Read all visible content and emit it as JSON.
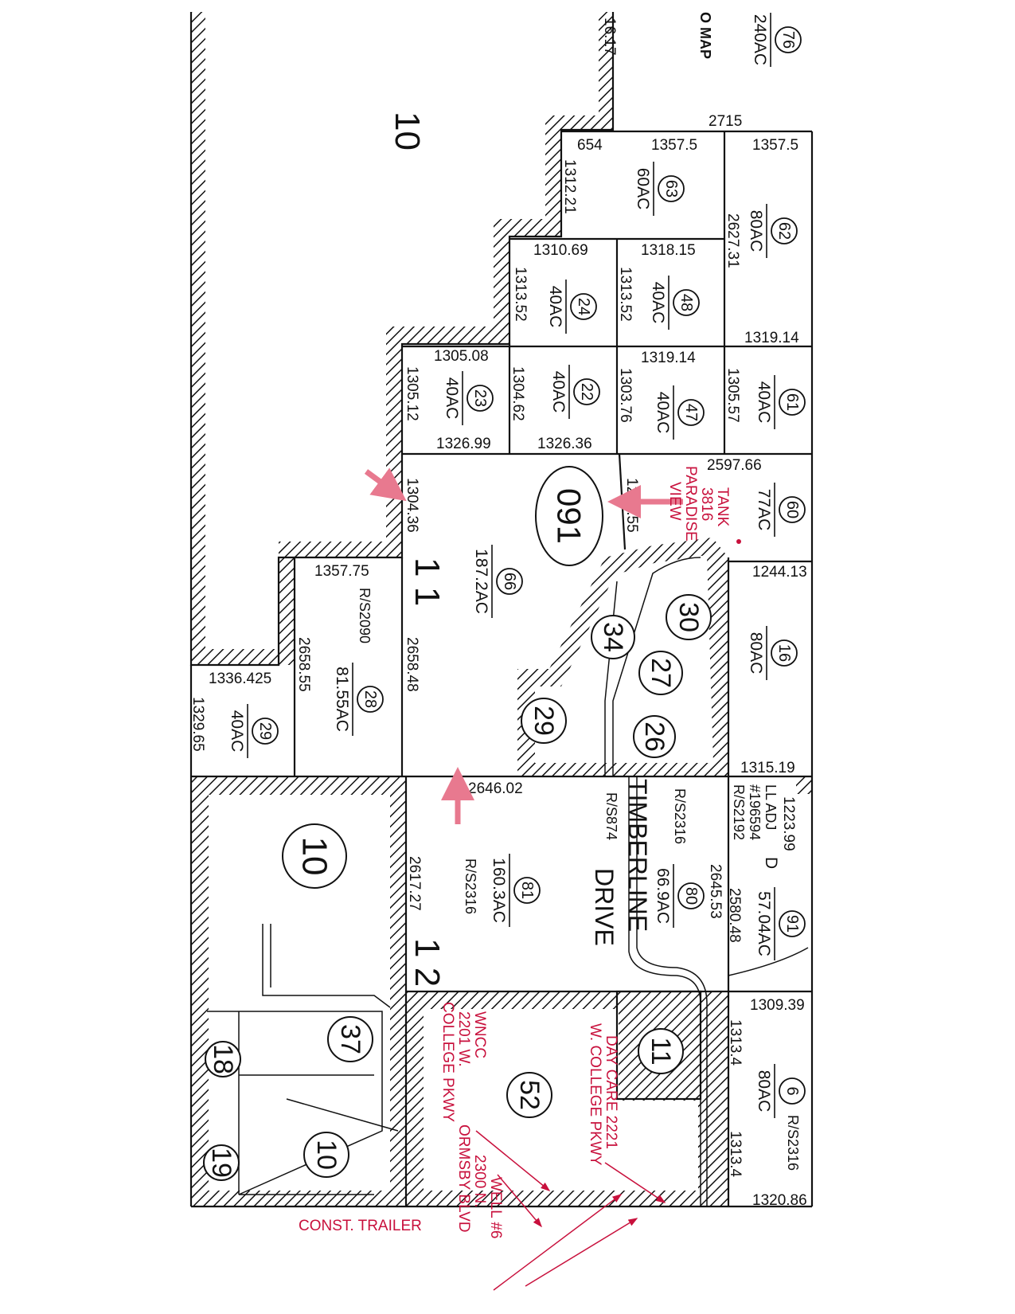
{
  "sections": {
    "north_10": "10",
    "sec_11": "1 1",
    "sec_12": "1 2",
    "circled_10": "10"
  },
  "book_page": "091",
  "parcels": [
    {
      "num": "76",
      "area": "240AC"
    },
    {
      "num": "63",
      "area": "60AC"
    },
    {
      "num": "62",
      "area": "80AC"
    },
    {
      "num": "24",
      "area": "40AC"
    },
    {
      "num": "48",
      "area": "40AC"
    },
    {
      "num": "23",
      "area": "40AC"
    },
    {
      "num": "22",
      "area": "40AC"
    },
    {
      "num": "47",
      "area": "40AC"
    },
    {
      "num": "61",
      "area": "40AC"
    },
    {
      "num": "60",
      "area": "77AC"
    },
    {
      "num": "66",
      "area": "187.2AC"
    },
    {
      "num": "16",
      "area": "80AC"
    },
    {
      "num": "28",
      "area": "81.55AC"
    },
    {
      "num": "29",
      "area": "40AC"
    },
    {
      "num": "81",
      "area": "160.3AC"
    },
    {
      "num": "80",
      "area": "66.9AC"
    },
    {
      "num": "91",
      "area": "57.04AC"
    },
    {
      "num": "6",
      "area": "80AC"
    }
  ],
  "lots": [
    "30",
    "34",
    "27",
    "29",
    "26",
    "11",
    "52",
    "37",
    "18",
    "10",
    "19"
  ],
  "dimensions": {
    "h": [
      "2715",
      "654",
      "1357.5",
      "1357.5",
      "1310.69",
      "1318.15",
      "1319.14",
      "1305.08",
      "1319.14",
      "1326.99",
      "1326.36",
      "2597.66",
      "1244.13",
      "1357.75",
      "1336.425",
      "1315.19",
      "2646.02",
      "1309.39",
      "1320.86"
    ],
    "v": [
      "16.17",
      "1312.21",
      "2627.31",
      "1313.52",
      "1313.52",
      "1305.12",
      "1304.62",
      "1303.76",
      "1305.57",
      "1304.36",
      "1291.55",
      "2658.48",
      "2658.55",
      "1329.65",
      "2617.27",
      "2645.53",
      "2580.48",
      "1223.99",
      "1313.4",
      "1313.4"
    ]
  },
  "notes": {
    "o_map": "O MAP",
    "rs2090": "R/S2090",
    "rs2316_80": "R/S2316",
    "rs874": "R/S874",
    "road_1": "TIMBERLINE",
    "road_2": "DRIVE",
    "ll_adj": "LL ADJ",
    "ll_num": "#196594",
    "rs2192": "R/S2192",
    "rs2316_81": "R/S2316",
    "rs2316_6": "R/S2316",
    "d_mark": "D"
  },
  "annotations": {
    "tank": [
      "TANK",
      "3816",
      "PARADISE",
      "VIEW"
    ],
    "daycare": [
      "DAY CARE 2221",
      "W. COLLEGE PKWY"
    ],
    "wncc": [
      "WNCC",
      "2201 W.",
      "COLLEGE PKWY"
    ],
    "well": [
      "WELL #6",
      "2300 N.",
      "ORMSBY BLVD"
    ],
    "trailer": "CONST. TRAILER",
    "color": "#c8103c",
    "arrow_color": "#e8798f"
  }
}
